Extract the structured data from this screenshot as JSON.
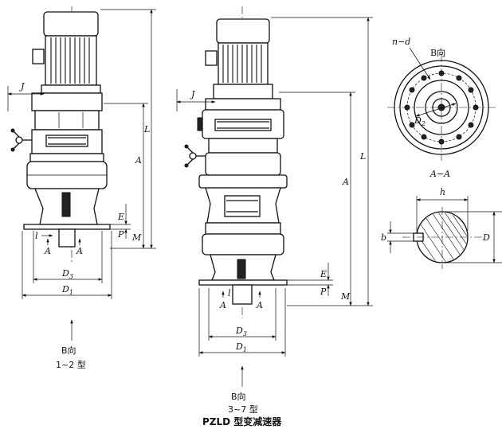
{
  "figure": {
    "title": "PZLD 型变减速器",
    "left_view": {
      "direction": "B向",
      "type": "1~2 型"
    },
    "middle_view": {
      "direction": "B向",
      "type": "3~7 型"
    }
  },
  "dimension_labels": {
    "J": "J",
    "L": "L",
    "A": "A",
    "E": "E",
    "P": "P",
    "M": "M",
    "l": "l",
    "section_marker": "A",
    "D3": "D",
    "D3_sub": "3",
    "D1": "D",
    "D1_sub": "1"
  },
  "end_view": {
    "bolt_label": "n−d",
    "view_label": "B向",
    "D2": "D",
    "D2_sub": "2"
  },
  "section_view": {
    "label": "A−A",
    "h": "h",
    "b": "b",
    "D": "D"
  }
}
